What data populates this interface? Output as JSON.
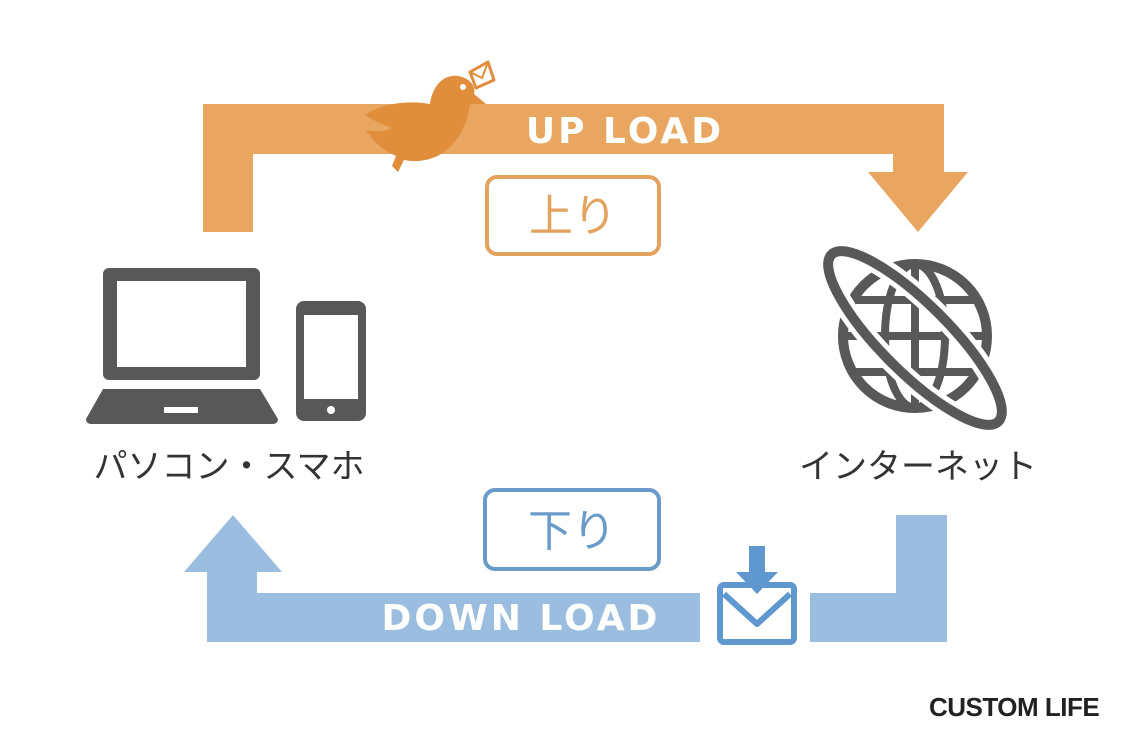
{
  "diagram": {
    "upload": {
      "label": "UP LOAD",
      "badge": "上り",
      "color": "#e9a660",
      "badge_color": "#e3a35f",
      "bird_color": "#e08e3c"
    },
    "download": {
      "label": "DOWN LOAD",
      "badge": "下り",
      "color": "#9bbde0",
      "badge_color": "#6a9bc8",
      "mail_color": "#5f97cf"
    },
    "devices_label": "パソコン・スマホ",
    "internet_label": "インターネット",
    "icon_color": "#585858",
    "icons": [
      "laptop-icon",
      "smartphone-icon",
      "globe-icon",
      "bird-icon",
      "mail-download-icon"
    ]
  },
  "brand": "CUSTOM LIFE"
}
